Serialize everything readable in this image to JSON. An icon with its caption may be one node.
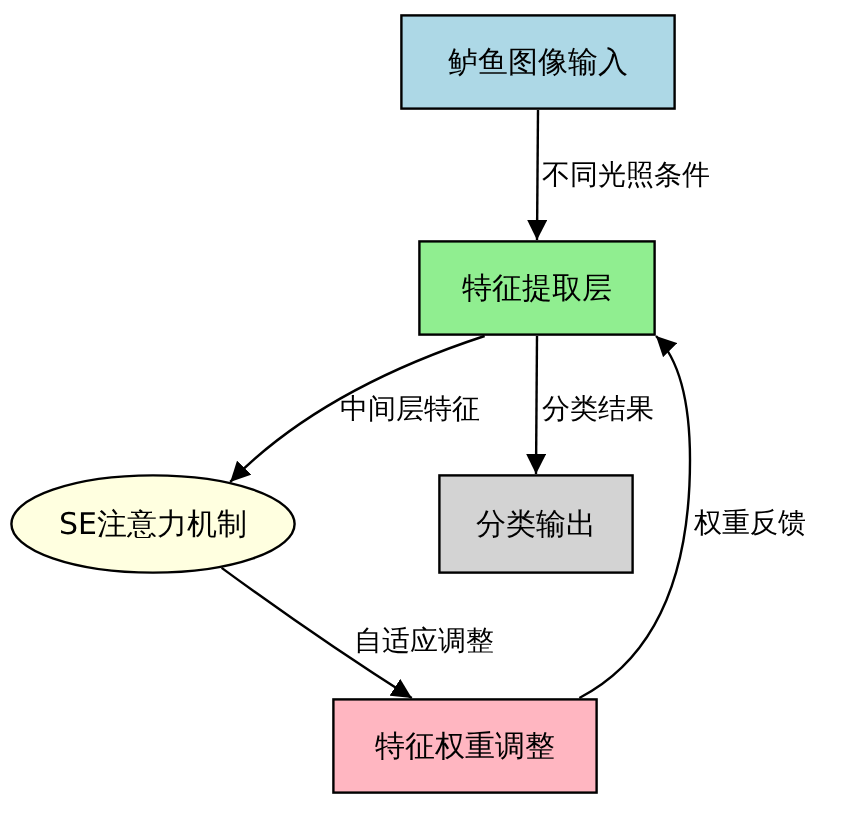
{
  "diagram": {
    "nodes": [
      {
        "text": [
          "鲈鱼图像输入"
        ]
      },
      {
        "text": [
          "特征提取层"
        ]
      },
      {
        "text": [
          "SE注意力机制"
        ]
      },
      {
        "text": [
          "分类输出"
        ]
      },
      {
        "text": [
          "特征权重调整"
        ]
      }
    ],
    "edges": [
      {
        "from": 0,
        "to": 1,
        "arrow": "to",
        "label": "不同光照条件"
      },
      {
        "from": 1,
        "to": 2,
        "arrow": "to",
        "label": "中间层特征"
      },
      {
        "from": 1,
        "to": 3,
        "arrow": "to",
        "label": "分类结果"
      },
      {
        "from": 2,
        "to": 4,
        "arrow": "to",
        "label": "自适应调整"
      },
      {
        "from": 4,
        "to": 1,
        "arrow": "to",
        "label": "权重反馈"
      }
    ]
  }
}
